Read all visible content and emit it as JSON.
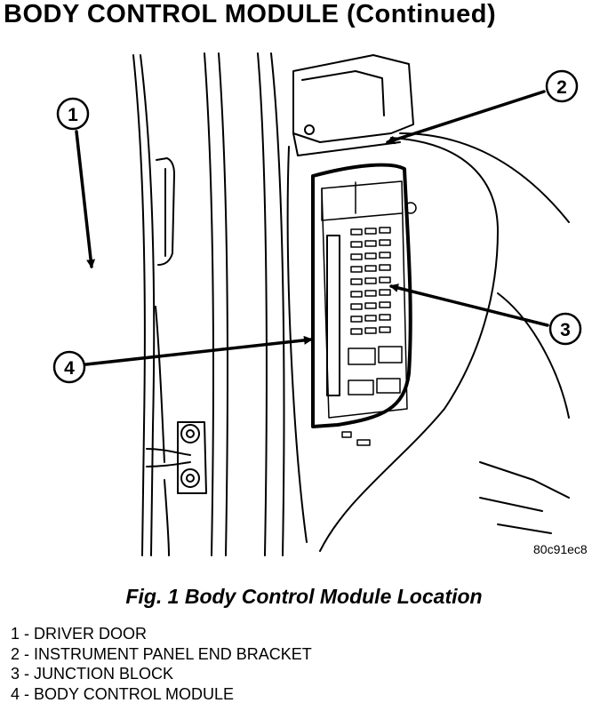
{
  "header": {
    "title": "BODY CONTROL MODULE (Continued)"
  },
  "figure": {
    "code": "80c91ec8",
    "callouts": [
      {
        "number": "1"
      },
      {
        "number": "2"
      },
      {
        "number": "3"
      },
      {
        "number": "4"
      }
    ]
  },
  "caption": "Fig. 1 Body Control Module Location",
  "legend": [
    "1 - DRIVER DOOR",
    "2 - INSTRUMENT PANEL END BRACKET",
    "3 - JUNCTION BLOCK",
    "4 - BODY CONTROL MODULE"
  ]
}
